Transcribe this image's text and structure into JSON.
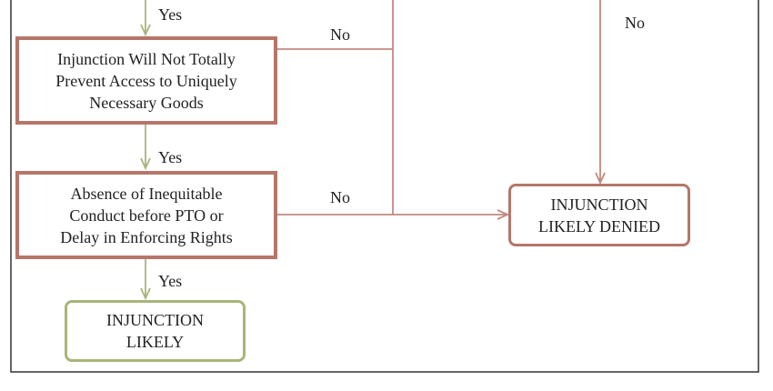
{
  "boxes": {
    "prevent_access": {
      "lines": [
        "Injunction Will Not Totally",
        "Prevent Access to Uniquely",
        "Necessary Goods"
      ]
    },
    "inequitable": {
      "lines": [
        "Absence of Inequitable",
        "Conduct before PTO or",
        "Delay in Enforcing Rights"
      ]
    },
    "likely": {
      "lines": [
        "INJUNCTION",
        "LIKELY"
      ]
    },
    "denied": {
      "lines": [
        "INJUNCTION",
        "LIKELY DENIED"
      ]
    }
  },
  "labels": {
    "yes_top": "Yes",
    "yes_mid": "Yes",
    "yes_bottom": "Yes",
    "no_top": "No",
    "no_mid": "No",
    "no_right": "No"
  },
  "colors": {
    "decision_border": "#b5766a",
    "denied_border": "#b5766a",
    "likely_border": "#a8b57a",
    "yes_arrow": "#a8b57a",
    "no_line": "#c08a80",
    "frame": "#333333"
  }
}
